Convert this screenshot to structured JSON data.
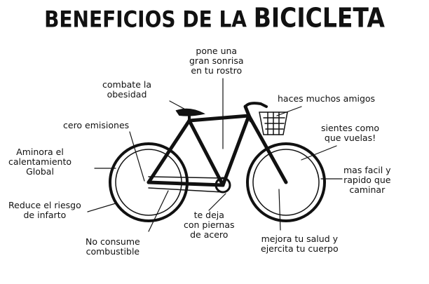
{
  "title": {
    "part1": "BENEFICIOS DE LA ",
    "part2": "BICICLETA"
  },
  "labels": {
    "smile": "pone una\ngran sonrisa\nen tu rostro",
    "obesity": "combate la\nobesidad",
    "friends": "haces muchos amigos",
    "emissions": "cero emisiones",
    "fly": "sientes como\nque vuelas!",
    "warming": "Aminora el\ncalentamiento\nGlobal",
    "easier": "mas facil y\nrapido que\ncaminar",
    "infarct": "Reduce el riesgo\nde infarto",
    "legs": "te deja\ncon piernas\nde acero",
    "health": "mejora tu salud y\nejercita tu cuerpo",
    "fuel": "No consume\ncombustible"
  }
}
